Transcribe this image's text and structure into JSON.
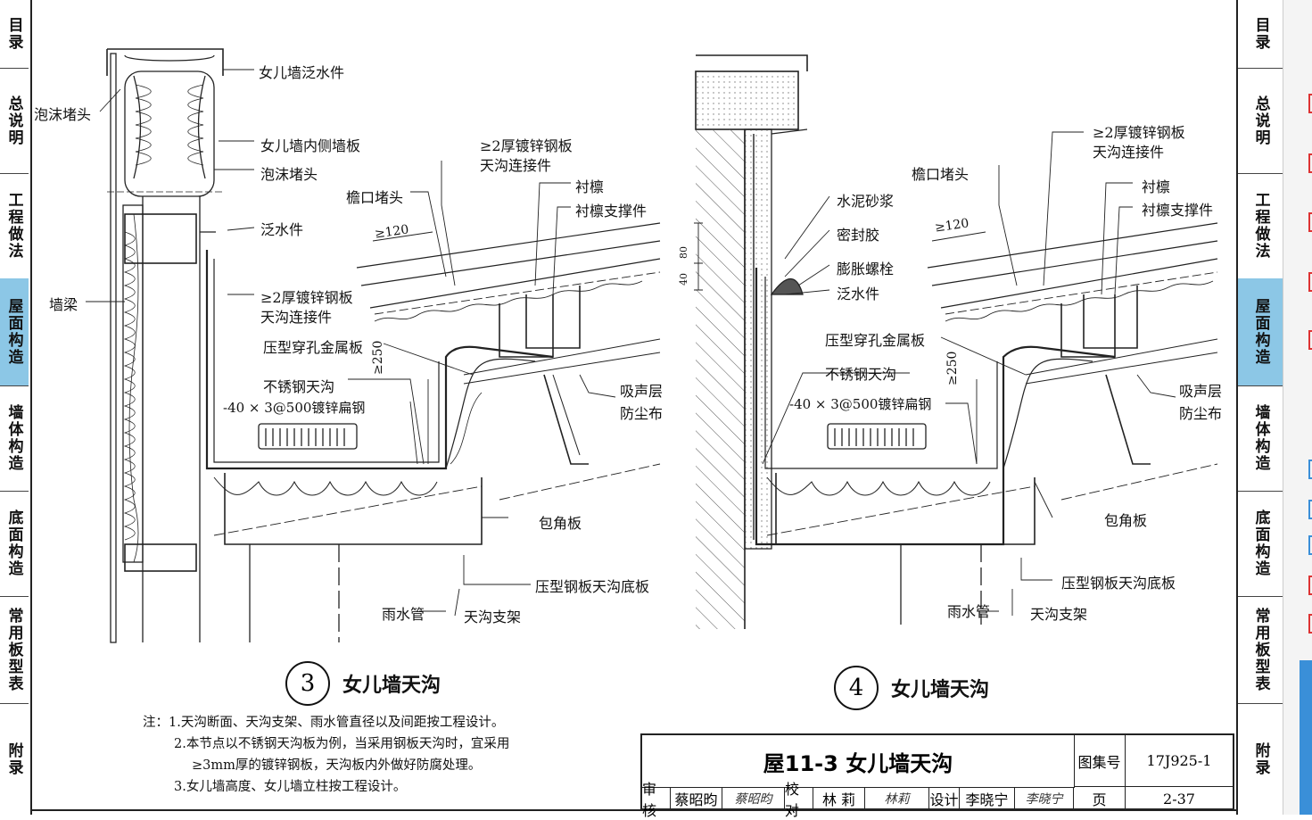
{
  "left_tabs": [
    "目录",
    "总说明",
    "工程做法",
    "屋面构造",
    "墙体构造",
    "底面构造",
    "常用板型表",
    "附录"
  ],
  "right_tabs": [
    "目录",
    "总说明",
    "工程做法",
    "屋面构造",
    "墙体构造",
    "底面构造",
    "常用板型表",
    "附录"
  ],
  "active_tab": "屋面构造",
  "detail3": {
    "number": "3",
    "title": "女儿墙天沟",
    "labels": {
      "parapet_flashing": "女儿墙泛水件",
      "foam_plug_left": "泡沫堵头",
      "parapet_inner_panel": "女儿墙内侧墙板",
      "foam_plug": "泡沫堵头",
      "flashing": "泛水件",
      "wall_beam": "墙梁",
      "gutter_connector_a": "≥2厚镀锌钢板",
      "gutter_connector_b": "天沟连接件",
      "gutter_connector2_a": "≥2厚镀锌钢板",
      "gutter_connector2_b": "天沟连接件",
      "eave_plug": "檐口堵头",
      "purlin": "衬檩",
      "purlin_support": "衬檩支撑件",
      "dim_120": "≥120",
      "perforated_sheet": "压型穿孔金属板",
      "stainless_gutter": "不锈钢天沟",
      "flat_steel": "-40 × 3@500镀锌扁钢",
      "dim_250": "≥250",
      "absorb_layer": "吸声层",
      "dust_cloth": "防尘布",
      "corner_plate": "包角板",
      "gutter_bottom": "压型钢板天沟底板",
      "downpipe": "雨水管",
      "gutter_bracket": "天沟支架"
    }
  },
  "detail4": {
    "number": "4",
    "title": "女儿墙天沟",
    "labels": {
      "gutter_connector_a": "≥2厚镀锌钢板",
      "gutter_connector_b": "天沟连接件",
      "eave_plug": "檐口堵头",
      "purlin": "衬檩",
      "purlin_support": "衬檩支撑件",
      "cement_mortar": "水泥砂浆",
      "sealant": "密封胶",
      "dim_120": "≥120",
      "expansion_bolt": "膨胀螺栓",
      "flashing": "泛水件",
      "dim_80": "80",
      "dim_40": "40",
      "perforated_sheet": "压型穿孔金属板",
      "stainless_gutter": "不锈钢天沟",
      "flat_steel": "-40 × 3@500镀锌扁钢",
      "dim_250": "≥250",
      "absorb_layer": "吸声层",
      "dust_cloth": "防尘布",
      "corner_plate": "包角板",
      "gutter_bottom": "压型钢板天沟底板",
      "downpipe": "雨水管",
      "gutter_bracket": "天沟支架"
    }
  },
  "notes": {
    "prefix": "注：",
    "line1": "1.天沟断面、天沟支架、雨水管直径以及间距按工程设计。",
    "line2": "2.本节点以不锈钢天沟板为例，当采用钢板天沟时，宜采用",
    "line3": "≥3mm厚的镀锌钢板，天沟板内外做好防腐处理。",
    "line4": "3.女儿墙高度、女儿墙立柱按工程设计。"
  },
  "title_block": {
    "title": "屋11-3  女儿墙天沟",
    "atlas_label": "图集号",
    "atlas_no": "17J925-1",
    "review_label": "审核",
    "reviewer": "蔡昭昀",
    "reviewer_sig": "蔡昭昀",
    "check_label": "校对",
    "checker": "林  莉",
    "checker_sig": "林莉",
    "design_label": "设计",
    "designer": "李晓宁",
    "designer_sig": "李晓宁",
    "page_label": "页",
    "page_no": "2-37"
  },
  "colors": {
    "active_tab": "#8cc7e6",
    "line": "#222222",
    "marks_red": "#d33",
    "marks_blue": "#3a8fd8"
  }
}
